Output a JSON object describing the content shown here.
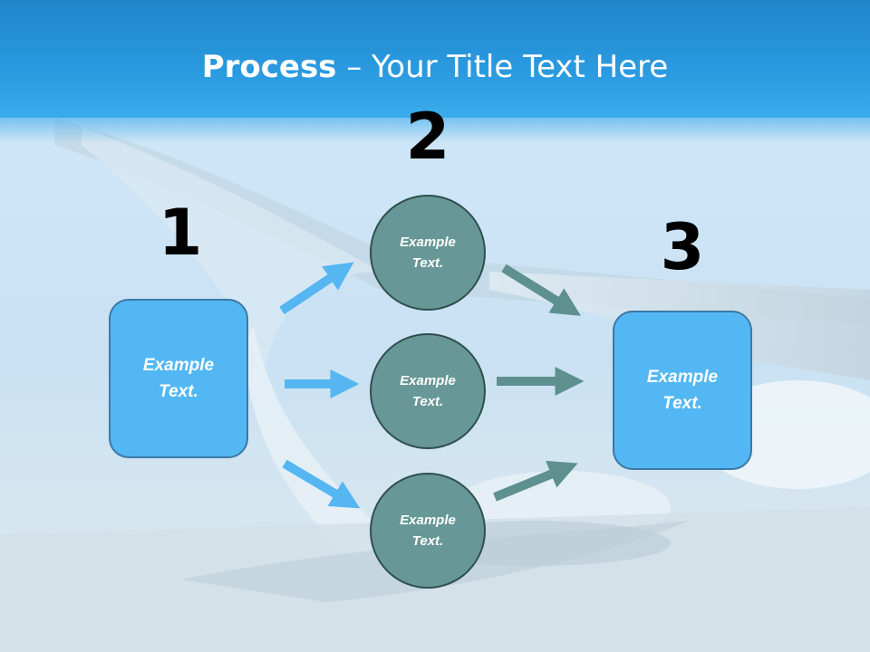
{
  "title": {
    "bold": "Process",
    "rest": " – Your Title Text Here"
  },
  "steps": [
    {
      "number": "1",
      "label": "Example Text."
    },
    {
      "number": "2"
    },
    {
      "number": "3",
      "label": "Example Text."
    }
  ],
  "circles": [
    {
      "label": "Example Text."
    },
    {
      "label": "Example Text."
    },
    {
      "label": "Example Text."
    }
  ],
  "colors": {
    "header": "#2a9ae0",
    "box_fill": "#53b7f3",
    "circle_fill": "#679796",
    "arrow_left": "#55b6f1",
    "arrow_right": "#5e9090"
  }
}
